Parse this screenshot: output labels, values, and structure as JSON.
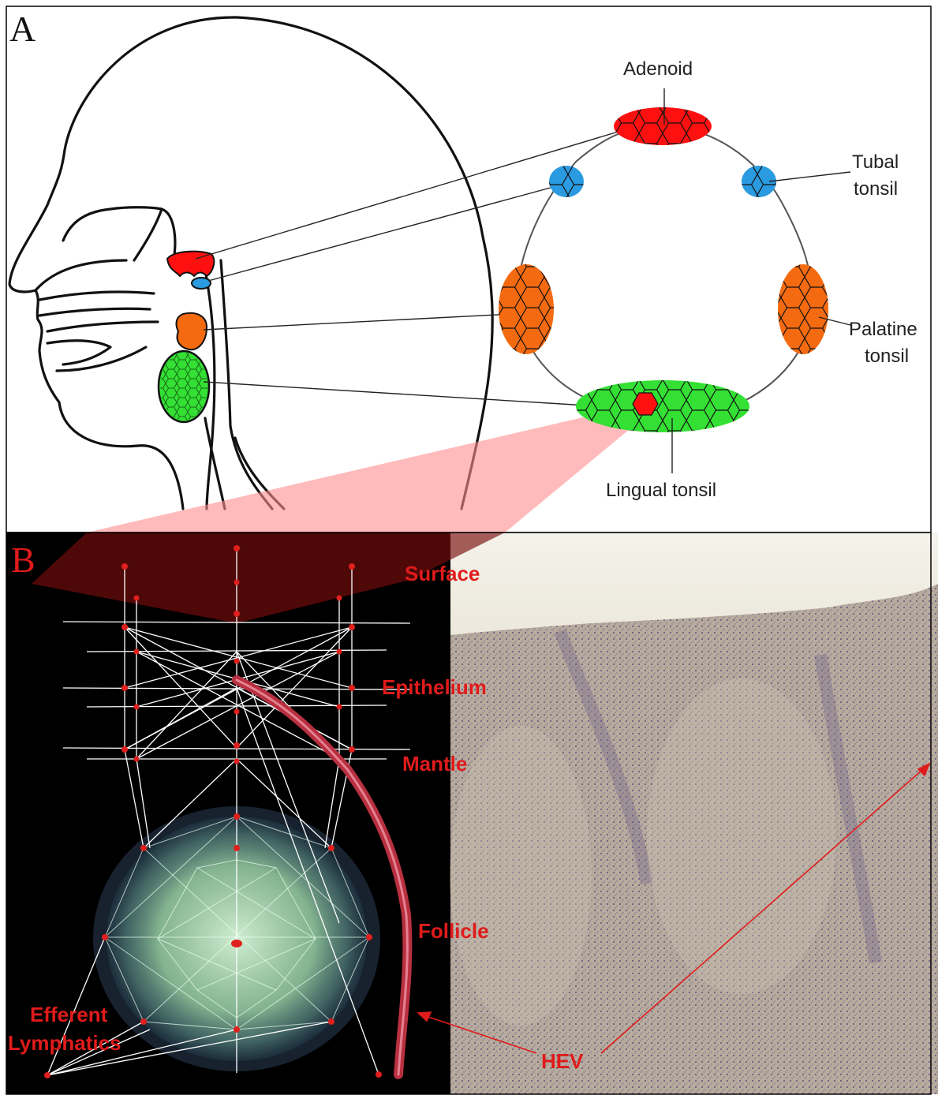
{
  "panels": {
    "a": {
      "letter": "A"
    },
    "b": {
      "letter": "B"
    }
  },
  "labels": {
    "adenoid": "Adenoid",
    "tubal_1": "Tubal",
    "tubal_2": "tonsil",
    "palatine_1": "Palatine",
    "palatine_2": "tonsil",
    "lingual": "Lingual tonsil",
    "surface": "Surface",
    "epithelium": "Epithelium",
    "mantle": "Mantle",
    "follicle": "Follicle",
    "efferent_1": "Efferent",
    "efferent_2": "Lymphatics",
    "hev": "HEV"
  },
  "colors": {
    "adenoid": "#ff1010",
    "tubal": "#2a9be0",
    "palatine": "#f46a10",
    "lingual": "#33e033",
    "annotation": "#e01b1b",
    "vessel": "#b83040",
    "panel_b_background": "#000000",
    "follicle_glow": "#b8f0c0",
    "histology_tissue": "#b7ab9e"
  }
}
